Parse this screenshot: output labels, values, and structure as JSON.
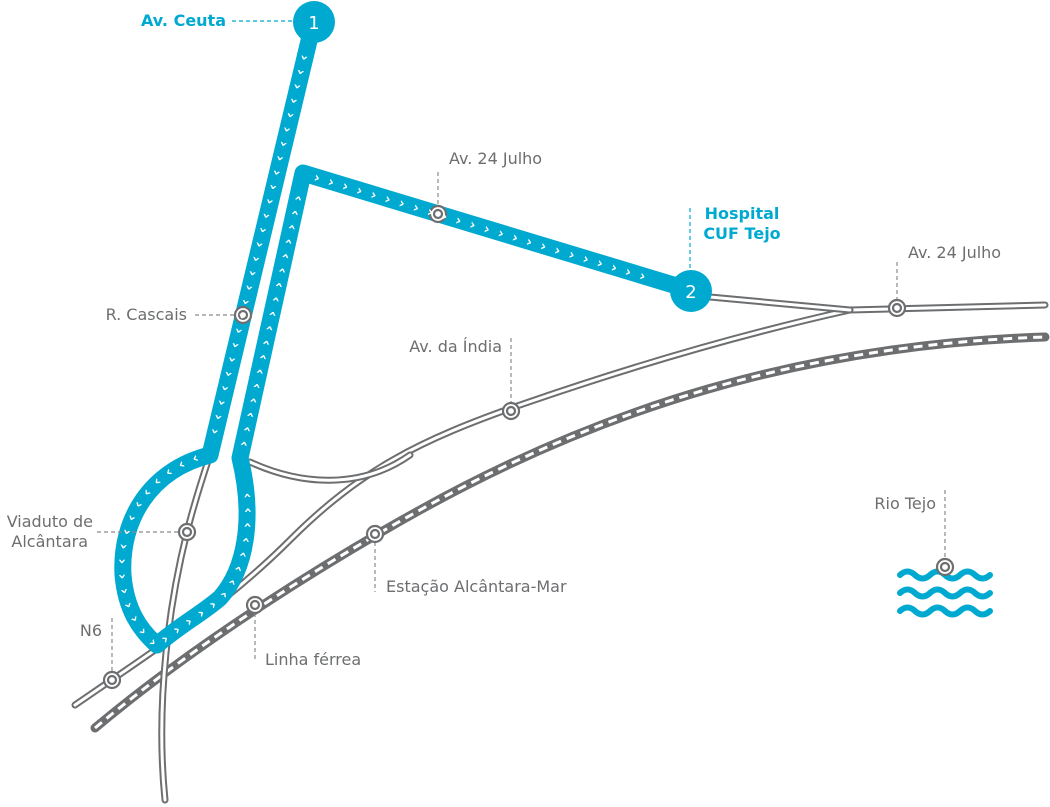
{
  "colors": {
    "route": "#00a9d0",
    "road": "#6d6e70",
    "label": "#6d6e70"
  },
  "waypoints": [
    {
      "number": "1",
      "label": "Av. Ceuta"
    },
    {
      "number": "2",
      "label_line1": "Hospital",
      "label_line2": "CUF Tejo"
    }
  ],
  "stops": {
    "av24_upper": "Av. 24 Julho",
    "av24_right": "Av. 24 Julho",
    "cascais": "R. Cascais",
    "india": "Av. da Índia",
    "viaduto_line1": "Viaduto de",
    "viaduto_line2": "Alcântara",
    "estacao": "Estação Alcântara-Mar",
    "linha": "Linha férrea",
    "n6": "N6",
    "rio": "Rio Tejo"
  },
  "icons": {
    "direction": "chevron-arrow",
    "water": "waves-icon",
    "stop": "ring-marker"
  },
  "route_chevron": "›"
}
